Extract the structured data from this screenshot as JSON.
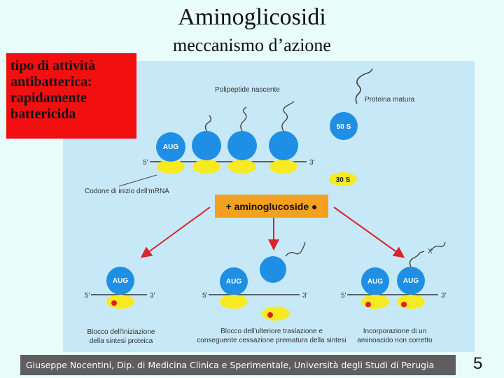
{
  "title": "Aminoglicosidi",
  "subtitle": "meccanismo d’azione",
  "activity_box": {
    "lines": [
      "tipo di attività",
      "antibatterica:",
      "rapidamente",
      "battericida"
    ]
  },
  "diagram": {
    "labels": {
      "nascent_polypeptide": "Polipeptide nascente",
      "mature_protein": "Proteina matura",
      "start_codon": "Codone di inizio dell'mRNA",
      "subunit_50s": "50 S",
      "subunit_30s": "30 S",
      "aug": "AUG",
      "five_prime": "5'",
      "three_prime": "3'",
      "aminoglycoside": "+ aminoglucoside ●",
      "x_mark": "X"
    },
    "captions": {
      "left": [
        "Blocco dell'iniziazione",
        "della sintesi proteica"
      ],
      "center": [
        "Blocco dell'ulteriore traslazione e",
        "conseguente cessazione prematura della sintesi"
      ],
      "right": [
        "Incorporazione di un",
        "aminoacido non corretto"
      ]
    },
    "colors": {
      "large_subunit": "#1f8fe6",
      "small_subunit": "#f7ea22",
      "arrow": "#d9232d",
      "aminoglycoside_box": "#f6a01f",
      "drug_dot": "#e02020",
      "panel": "#c7e8f6"
    }
  },
  "footer": "Giuseppe Nocentini, Dip. di Medicina Clinica e Sperimentale, Università degli Studi di Perugia",
  "page_number": "5"
}
